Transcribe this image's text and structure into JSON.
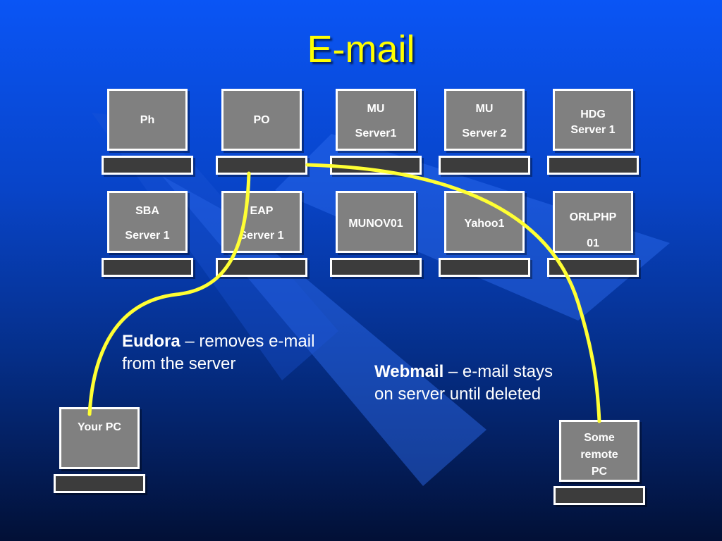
{
  "title": "E-mail",
  "servers": {
    "ph": {
      "line1": "Ph"
    },
    "po": {
      "line1": "PO"
    },
    "mu1": {
      "line1": "MU",
      "line2": "Server1"
    },
    "mu2": {
      "line1": "MU",
      "line2": "Server 2"
    },
    "hdg": {
      "line1": "HDG",
      "line2": "Server 1"
    },
    "sba": {
      "line1": "SBA",
      "line2": "Server 1"
    },
    "eap": {
      "line1": "EAP",
      "line2": "Server 1"
    },
    "munov": {
      "line1": "MUNOV01"
    },
    "yahoo": {
      "line1": "Yahoo1"
    },
    "orl": {
      "line1": "ORLPHP",
      "line2": "01"
    }
  },
  "your_pc": {
    "label": "Your PC"
  },
  "remote_pc": {
    "line1": "Some",
    "line2": "remote",
    "line3": "PC"
  },
  "eudora": {
    "name": "Eudora",
    "text1": " – removes e-mail",
    "text2": "from the server"
  },
  "webmail": {
    "name": "Webmail",
    "text1": " – e-mail stays",
    "text2": "on server until deleted"
  },
  "colors": {
    "title": "#ffff00",
    "wire": "#ffff33",
    "monitor": "#808080",
    "base": "#3c3c3c"
  }
}
